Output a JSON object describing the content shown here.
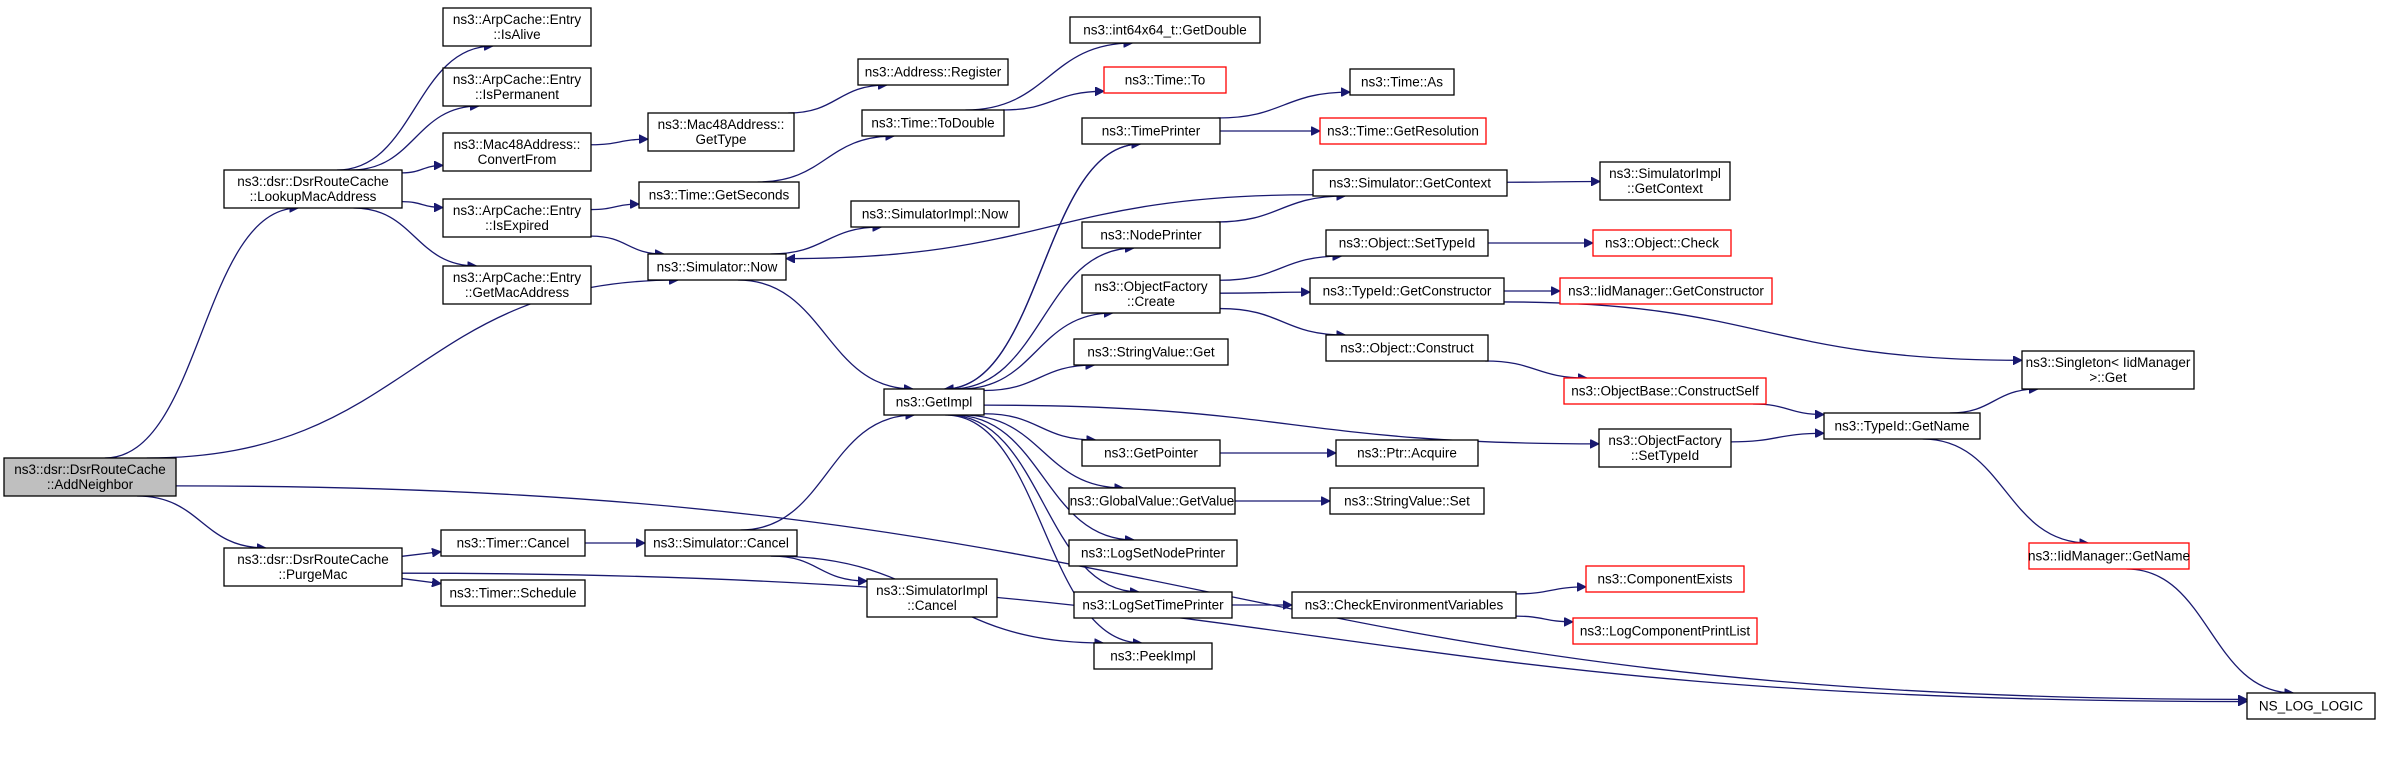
{
  "nodes": [
    {
      "id": "addn",
      "lines": [
        "ns3::dsr::DsrRouteCache",
        "::AddNeighbor"
      ],
      "red": false,
      "root": true
    },
    {
      "id": "lookup",
      "lines": [
        "ns3::dsr::DsrRouteCache",
        "::LookupMacAddress"
      ],
      "red": false,
      "root": false
    },
    {
      "id": "purge",
      "lines": [
        "ns3::dsr::DsrRouteCache",
        "::PurgeMac"
      ],
      "red": false,
      "root": false
    },
    {
      "id": "isalive",
      "lines": [
        "ns3::ArpCache::Entry",
        "::IsAlive"
      ],
      "red": false,
      "root": false
    },
    {
      "id": "isperm",
      "lines": [
        "ns3::ArpCache::Entry",
        "::IsPermanent"
      ],
      "red": false,
      "root": false
    },
    {
      "id": "convfrom",
      "lines": [
        "ns3::Mac48Address::",
        "ConvertFrom"
      ],
      "red": false,
      "root": false
    },
    {
      "id": "isexp",
      "lines": [
        "ns3::ArpCache::Entry",
        "::IsExpired"
      ],
      "red": false,
      "root": false
    },
    {
      "id": "getmac",
      "lines": [
        "ns3::ArpCache::Entry",
        "::GetMacAddress"
      ],
      "red": false,
      "root": false
    },
    {
      "id": "gettype",
      "lines": [
        "ns3::Mac48Address::",
        "GetType"
      ],
      "red": false,
      "root": false
    },
    {
      "id": "getsec",
      "lines": [
        "ns3::Time::GetSeconds"
      ],
      "red": false,
      "root": false
    },
    {
      "id": "simnow",
      "lines": [
        "ns3::Simulator::Now"
      ],
      "red": false,
      "root": false
    },
    {
      "id": "register",
      "lines": [
        "ns3::Address::Register"
      ],
      "red": false,
      "root": false
    },
    {
      "id": "todouble",
      "lines": [
        "ns3::Time::ToDouble"
      ],
      "red": false,
      "root": false
    },
    {
      "id": "implnow",
      "lines": [
        "ns3::SimulatorImpl::Now"
      ],
      "red": false,
      "root": false
    },
    {
      "id": "int64",
      "lines": [
        "ns3::int64x64_t::GetDouble"
      ],
      "red": false,
      "root": false
    },
    {
      "id": "timeto",
      "lines": [
        "ns3::Time::To"
      ],
      "red": true,
      "root": false
    },
    {
      "id": "timerc",
      "lines": [
        "ns3::Timer::Cancel"
      ],
      "red": false,
      "root": false
    },
    {
      "id": "timers",
      "lines": [
        "ns3::Timer::Schedule"
      ],
      "red": false,
      "root": false
    },
    {
      "id": "simcancel",
      "lines": [
        "ns3::Simulator::Cancel"
      ],
      "red": false,
      "root": false
    },
    {
      "id": "implcancel",
      "lines": [
        "ns3::SimulatorImpl",
        "::Cancel"
      ],
      "red": false,
      "root": false
    },
    {
      "id": "getimpl",
      "lines": [
        "ns3::GetImpl"
      ],
      "red": false,
      "root": false
    },
    {
      "id": "timeprinter",
      "lines": [
        "ns3::TimePrinter"
      ],
      "red": false,
      "root": false
    },
    {
      "id": "nodeprinter",
      "lines": [
        "ns3::NodePrinter"
      ],
      "red": false,
      "root": false
    },
    {
      "id": "objfactcreate",
      "lines": [
        "ns3::ObjectFactory",
        "::Create"
      ],
      "red": false,
      "root": false
    },
    {
      "id": "strvalget",
      "lines": [
        "ns3::StringValue::Get"
      ],
      "red": false,
      "root": false
    },
    {
      "id": "getpointer",
      "lines": [
        "ns3::GetPointer"
      ],
      "red": false,
      "root": false
    },
    {
      "id": "gvgetvalue",
      "lines": [
        "ns3::GlobalValue::GetValue"
      ],
      "red": false,
      "root": false
    },
    {
      "id": "logsetnode",
      "lines": [
        "ns3::LogSetNodePrinter"
      ],
      "red": false,
      "root": false
    },
    {
      "id": "logsettime",
      "lines": [
        "ns3::LogSetTimePrinter"
      ],
      "red": false,
      "root": false
    },
    {
      "id": "peekimpl",
      "lines": [
        "ns3::PeekImpl"
      ],
      "red": false,
      "root": false
    },
    {
      "id": "timeas",
      "lines": [
        "ns3::Time::As"
      ],
      "red": false,
      "root": false
    },
    {
      "id": "getres",
      "lines": [
        "ns3::Time::GetResolution"
      ],
      "red": true,
      "root": false
    },
    {
      "id": "simgetctx",
      "lines": [
        "ns3::Simulator::GetContext"
      ],
      "red": false,
      "root": false
    },
    {
      "id": "objsettid",
      "lines": [
        "ns3::Object::SetTypeId"
      ],
      "red": false,
      "root": false
    },
    {
      "id": "tidgetctor",
      "lines": [
        "ns3::TypeId::GetConstructor"
      ],
      "red": false,
      "root": false
    },
    {
      "id": "objconstruct",
      "lines": [
        "ns3::Object::Construct"
      ],
      "red": false,
      "root": false
    },
    {
      "id": "ptracquire",
      "lines": [
        "ns3::Ptr::Acquire"
      ],
      "red": false,
      "root": false
    },
    {
      "id": "strvalset",
      "lines": [
        "ns3::StringValue::Set"
      ],
      "red": false,
      "root": false
    },
    {
      "id": "checkenv",
      "lines": [
        "ns3::CheckEnvironmentVariables"
      ],
      "red": false,
      "root": false
    },
    {
      "id": "implgetctx",
      "lines": [
        "ns3::SimulatorImpl",
        "::GetContext"
      ],
      "red": false,
      "root": false
    },
    {
      "id": "objcheck",
      "lines": [
        "ns3::Object::Check"
      ],
      "red": true,
      "root": false
    },
    {
      "id": "iidgetctor",
      "lines": [
        "ns3::IidManager::GetConstructor"
      ],
      "red": true,
      "root": false
    },
    {
      "id": "objbasecs",
      "lines": [
        "ns3::ObjectBase::ConstructSelf"
      ],
      "red": true,
      "root": false
    },
    {
      "id": "objfactsettid",
      "lines": [
        "ns3::ObjectFactory",
        "::SetTypeId"
      ],
      "red": false,
      "root": false
    },
    {
      "id": "compexists",
      "lines": [
        "ns3::ComponentExists"
      ],
      "red": true,
      "root": false
    },
    {
      "id": "logcompprint",
      "lines": [
        "ns3::LogComponentPrintList"
      ],
      "red": true,
      "root": false
    },
    {
      "id": "singleton",
      "lines": [
        "ns3::Singleton< IidManager",
        ">::Get"
      ],
      "red": false,
      "root": false
    },
    {
      "id": "tidgetname",
      "lines": [
        "ns3::TypeId::GetName"
      ],
      "red": false,
      "root": false
    },
    {
      "id": "iidgetname",
      "lines": [
        "ns3::IidManager::GetName"
      ],
      "red": true,
      "root": false
    },
    {
      "id": "nslog",
      "lines": [
        "NS_LOG_LOGIC"
      ],
      "red": false,
      "root": false
    }
  ],
  "edges": [
    [
      "addn",
      "lookup"
    ],
    [
      "addn",
      "simnow"
    ],
    [
      "addn",
      "purge"
    ],
    [
      "addn",
      "nslog"
    ],
    [
      "lookup",
      "isalive"
    ],
    [
      "lookup",
      "isperm"
    ],
    [
      "lookup",
      "convfrom"
    ],
    [
      "lookup",
      "isexp"
    ],
    [
      "lookup",
      "getmac"
    ],
    [
      "convfrom",
      "gettype"
    ],
    [
      "gettype",
      "register"
    ],
    [
      "isexp",
      "getsec"
    ],
    [
      "isexp",
      "simnow"
    ],
    [
      "getsec",
      "todouble"
    ],
    [
      "todouble",
      "int64"
    ],
    [
      "todouble",
      "timeto"
    ],
    [
      "simnow",
      "implnow"
    ],
    [
      "simnow",
      "getimpl"
    ],
    [
      "purge",
      "timerc"
    ],
    [
      "purge",
      "timers"
    ],
    [
      "purge",
      "nslog"
    ],
    [
      "timerc",
      "simcancel"
    ],
    [
      "simcancel",
      "getimpl"
    ],
    [
      "simcancel",
      "implcancel"
    ],
    [
      "simcancel",
      "peekimpl"
    ],
    [
      "getimpl",
      "timeprinter"
    ],
    [
      "getimpl",
      "nodeprinter"
    ],
    [
      "getimpl",
      "objfactcreate"
    ],
    [
      "getimpl",
      "strvalget"
    ],
    [
      "getimpl",
      "objfactsettid"
    ],
    [
      "getimpl",
      "getpointer"
    ],
    [
      "getimpl",
      "gvgetvalue"
    ],
    [
      "getimpl",
      "logsetnode"
    ],
    [
      "getimpl",
      "logsettime"
    ],
    [
      "getimpl",
      "peekimpl"
    ],
    [
      "timeprinter",
      "timeas"
    ],
    [
      "timeprinter",
      "getres"
    ],
    [
      "timeprinter",
      "getimpl"
    ],
    [
      "simgetctx",
      "implgetctx"
    ],
    [
      "simgetctx",
      "simnow"
    ],
    [
      "nodeprinter",
      "simgetctx"
    ],
    [
      "objfactcreate",
      "objsettid"
    ],
    [
      "objfactcreate",
      "tidgetctor"
    ],
    [
      "objfactcreate",
      "objconstruct"
    ],
    [
      "objsettid",
      "objcheck"
    ],
    [
      "tidgetctor",
      "iidgetctor"
    ],
    [
      "tidgetctor",
      "singleton"
    ],
    [
      "objconstruct",
      "objbasecs"
    ],
    [
      "objbasecs",
      "tidgetname"
    ],
    [
      "objfactsettid",
      "tidgetname"
    ],
    [
      "tidgetname",
      "singleton"
    ],
    [
      "tidgetname",
      "iidgetname"
    ],
    [
      "iidgetname",
      "nslog"
    ],
    [
      "getpointer",
      "ptracquire"
    ],
    [
      "gvgetvalue",
      "strvalset"
    ],
    [
      "logsettime",
      "checkenv"
    ],
    [
      "checkenv",
      "compexists"
    ],
    [
      "checkenv",
      "logcompprint"
    ]
  ]
}
